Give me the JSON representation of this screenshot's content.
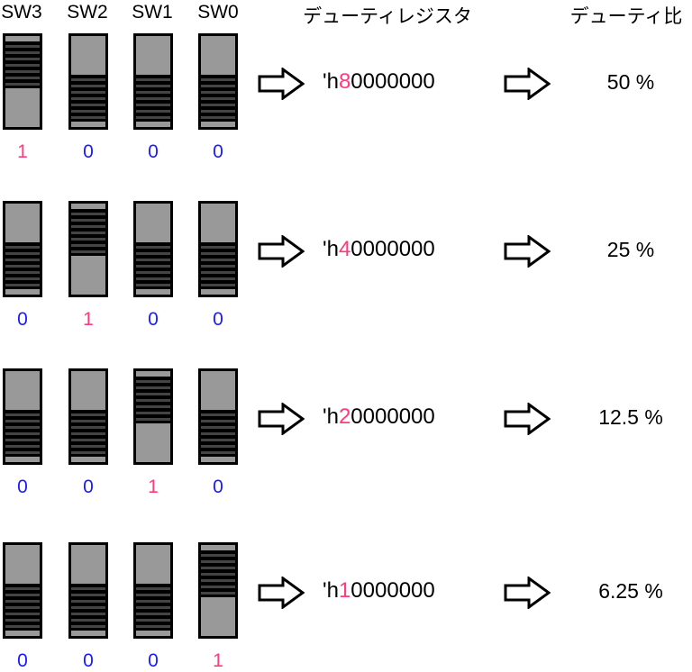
{
  "headers": {
    "sw3": "SW3",
    "sw2": "SW2",
    "sw1": "SW1",
    "sw0": "SW0",
    "register": "デューティレジスタ",
    "ratio": "デューティ比"
  },
  "colors": {
    "on": "#ff3a7f",
    "off": "#1a1aff"
  },
  "rows": [
    {
      "bits": [
        "1",
        "0",
        "0",
        "0"
      ],
      "reg_prefix": "'h",
      "reg_digit": "8",
      "reg_suffix": "0000000",
      "ratio": "50 %"
    },
    {
      "bits": [
        "0",
        "1",
        "0",
        "0"
      ],
      "reg_prefix": "'h",
      "reg_digit": "4",
      "reg_suffix": "0000000",
      "ratio": "25 %"
    },
    {
      "bits": [
        "0",
        "0",
        "1",
        "0"
      ],
      "reg_prefix": "'h",
      "reg_digit": "2",
      "reg_suffix": "0000000",
      "ratio": "12.5 %"
    },
    {
      "bits": [
        "0",
        "0",
        "0",
        "1"
      ],
      "reg_prefix": "'h",
      "reg_digit": "1",
      "reg_suffix": "0000000",
      "ratio": "6.25 %"
    }
  ]
}
